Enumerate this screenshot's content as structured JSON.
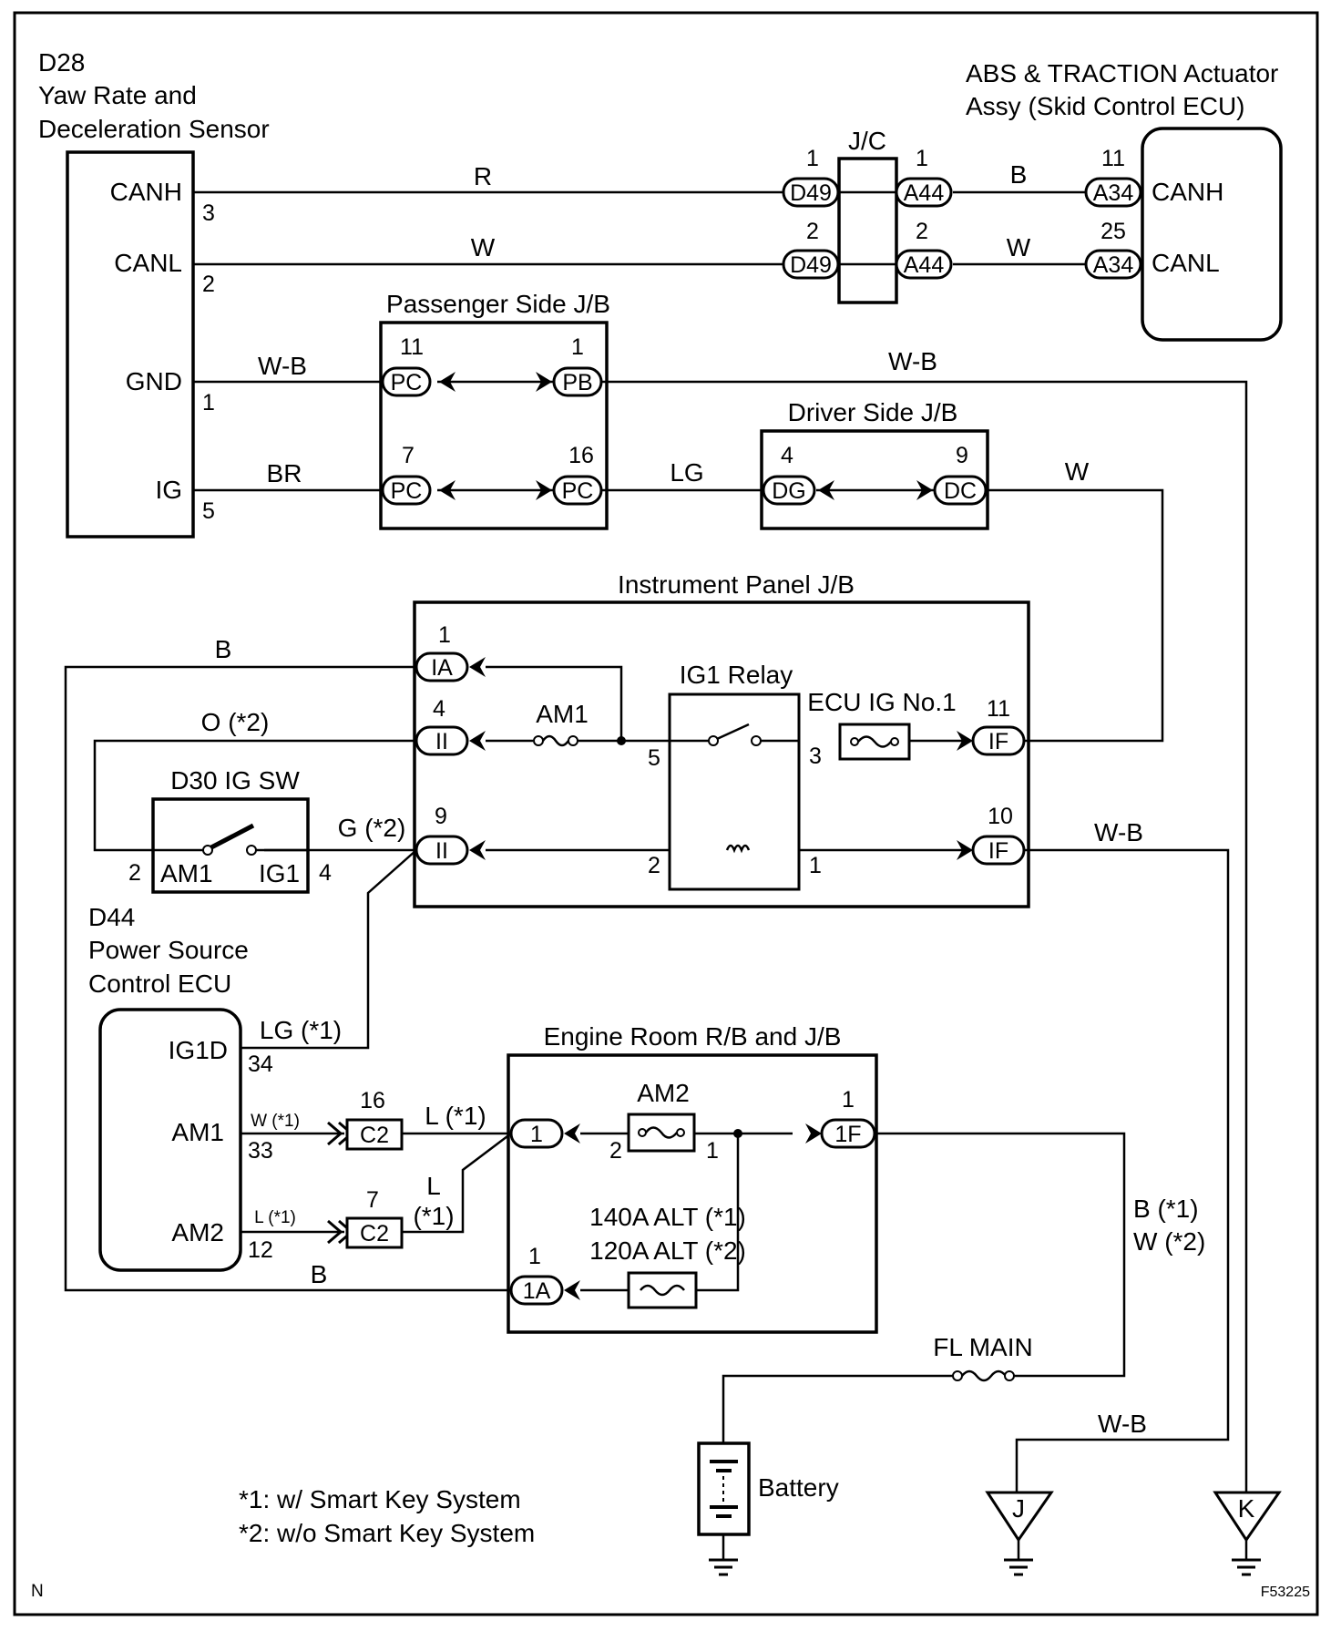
{
  "diagram_id": "F53225",
  "corner_mark": "N",
  "components": {
    "d28": {
      "code": "D28",
      "line1": "Yaw Rate and",
      "line2": "Deceleration Sensor",
      "pins": [
        "CANH",
        "CANL",
        "GND",
        "IG"
      ],
      "pin_nums": [
        "3",
        "2",
        "1",
        "5"
      ]
    },
    "abs": {
      "line1": "ABS & TRACTION Actuator",
      "line2": "Assy (Skid Control ECU)",
      "pins": [
        "CANH",
        "CANL"
      ]
    },
    "jc": {
      "label": "J/C"
    },
    "passenger_jb": {
      "label": "Passenger Side J/B"
    },
    "driver_jb": {
      "label": "Driver Side J/B"
    },
    "ip_jb": {
      "label": "Instrument Panel J/B"
    },
    "ig1_relay": {
      "label": "IG1 Relay"
    },
    "ecu_ig": {
      "label": "ECU IG No.1"
    },
    "am1_fuse": {
      "label": "AM1"
    },
    "d30": {
      "label": "D30 IG SW",
      "left": "AM1",
      "right": "IG1",
      "pin_left": "2",
      "pin_right": "4"
    },
    "d44": {
      "code": "D44",
      "line1": "Power Source",
      "line2": "Control ECU",
      "pins": [
        "IG1D",
        "AM1",
        "AM2"
      ],
      "pin_nums": [
        "34",
        "33",
        "12"
      ]
    },
    "engine_jb": {
      "label": "Engine Room R/B and J/B"
    },
    "am2_fuse": {
      "label": "AM2"
    },
    "alt_fuse": {
      "line1": "140A ALT (*1)",
      "line2": "120A ALT (*2)"
    },
    "fl_main": {
      "label": "FL MAIN"
    },
    "battery": {
      "label": "Battery"
    },
    "ground_j": {
      "label": "J"
    },
    "ground_k": {
      "label": "K"
    }
  },
  "connectors": {
    "d49_1": {
      "code": "D49",
      "pin": "1"
    },
    "d49_2": {
      "code": "D49",
      "pin": "2"
    },
    "a44_1": {
      "code": "A44",
      "pin": "1"
    },
    "a44_2": {
      "code": "A44",
      "pin": "2"
    },
    "a34_11": {
      "code": "A34",
      "pin": "11"
    },
    "a34_25": {
      "code": "A34",
      "pin": "25"
    },
    "pc_11": {
      "code": "PC",
      "pin": "11"
    },
    "pb_1": {
      "code": "PB",
      "pin": "1"
    },
    "pc_7": {
      "code": "PC",
      "pin": "7"
    },
    "pc_16": {
      "code": "PC",
      "pin": "16"
    },
    "dg_4": {
      "code": "DG",
      "pin": "4"
    },
    "dc_9": {
      "code": "DC",
      "pin": "9"
    },
    "ia_1": {
      "code": "IA",
      "pin": "1"
    },
    "ii_4": {
      "code": "II",
      "pin": "4"
    },
    "ii_9": {
      "code": "II",
      "pin": "9"
    },
    "if_11": {
      "code": "IF",
      "pin": "11"
    },
    "if_10": {
      "code": "IF",
      "pin": "10"
    },
    "c2_16": {
      "code": "C2",
      "pin": "16"
    },
    "c2_7": {
      "code": "C2",
      "pin": "7"
    },
    "e_1": {
      "code": "1",
      "pin": ""
    },
    "f_1f": {
      "code": "1F",
      "pin": "1"
    },
    "a_1a": {
      "code": "1A",
      "pin": "1"
    }
  },
  "relay_pins": {
    "p5": "5",
    "p3": "3",
    "p2": "2",
    "p1": "1"
  },
  "am2_pins": {
    "left": "2",
    "right": "1"
  },
  "wires": {
    "canh_d28": "R",
    "canl_d28": "W",
    "canh_abs": "B",
    "canl_abs": "W",
    "gnd": "W-B",
    "ig": "BR",
    "pb_out": "W-B",
    "pc_dg": "LG",
    "dc_out": "W",
    "ia_b": "B",
    "ii4_o": "O (*2)",
    "ii9_g": "G (*2)",
    "if10": "W-B",
    "ig1d": "LG (*1)",
    "am1_w": "W (*1)",
    "am2_l": "L (*1)",
    "c2_16_l": "L (*1)",
    "c2_7_l": "L",
    "c2_7_l2": "(*1)",
    "b_1a": "B",
    "batt_b1": "B (*1)",
    "batt_w2": "W (*2)",
    "wb_j": "W-B"
  },
  "notes": [
    "*1: w/ Smart Key System",
    "*2: w/o Smart Key System"
  ]
}
